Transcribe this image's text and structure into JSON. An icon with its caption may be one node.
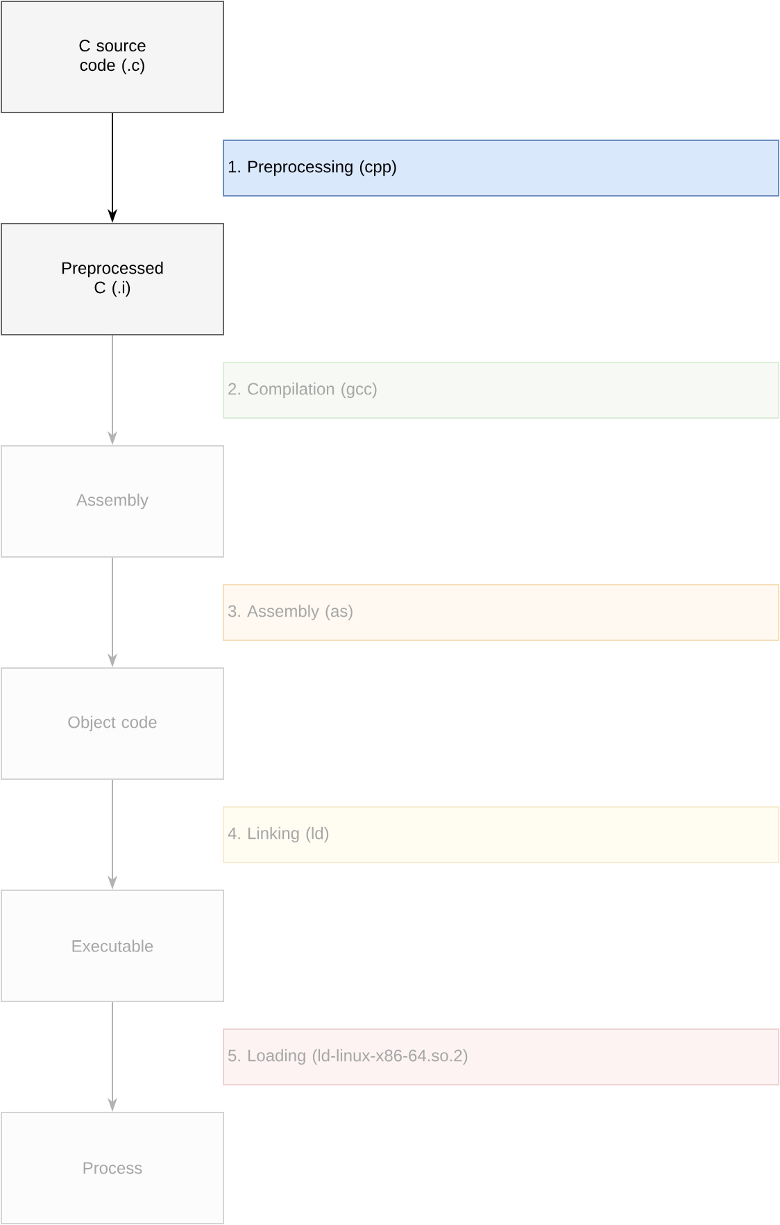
{
  "diagram": {
    "nodes": [
      {
        "text": [
          "C source code (.c)"
        ]
      },
      {
        "text": [
          "1. Preprocessing (cpp)"
        ]
      },
      {
        "text": [
          "Preprocessed C (.i)"
        ]
      },
      {
        "text": [
          "2. Compilation (gcc)"
        ]
      },
      {
        "text": [
          "Assembly"
        ]
      },
      {
        "text": [
          "3. Assembly (as)"
        ]
      },
      {
        "text": [
          "Object code"
        ]
      },
      {
        "text": [
          "4. Linking (ld)"
        ]
      },
      {
        "text": [
          "Executable"
        ]
      },
      {
        "text": [
          "5. Loading (ld-linux-x86-64.so.2)"
        ]
      },
      {
        "text": [
          "Process"
        ]
      }
    ],
    "edges": [
      {
        "from": 0,
        "to": 2,
        "arrow": "to",
        "color": "#000000"
      },
      {
        "from": 2,
        "to": 4,
        "arrow": "to"
      },
      {
        "from": 4,
        "to": 6,
        "arrow": "to"
      },
      {
        "from": 6,
        "to": 8,
        "arrow": "to"
      },
      {
        "from": 8,
        "to": 10,
        "arrow": "to"
      }
    ]
  }
}
